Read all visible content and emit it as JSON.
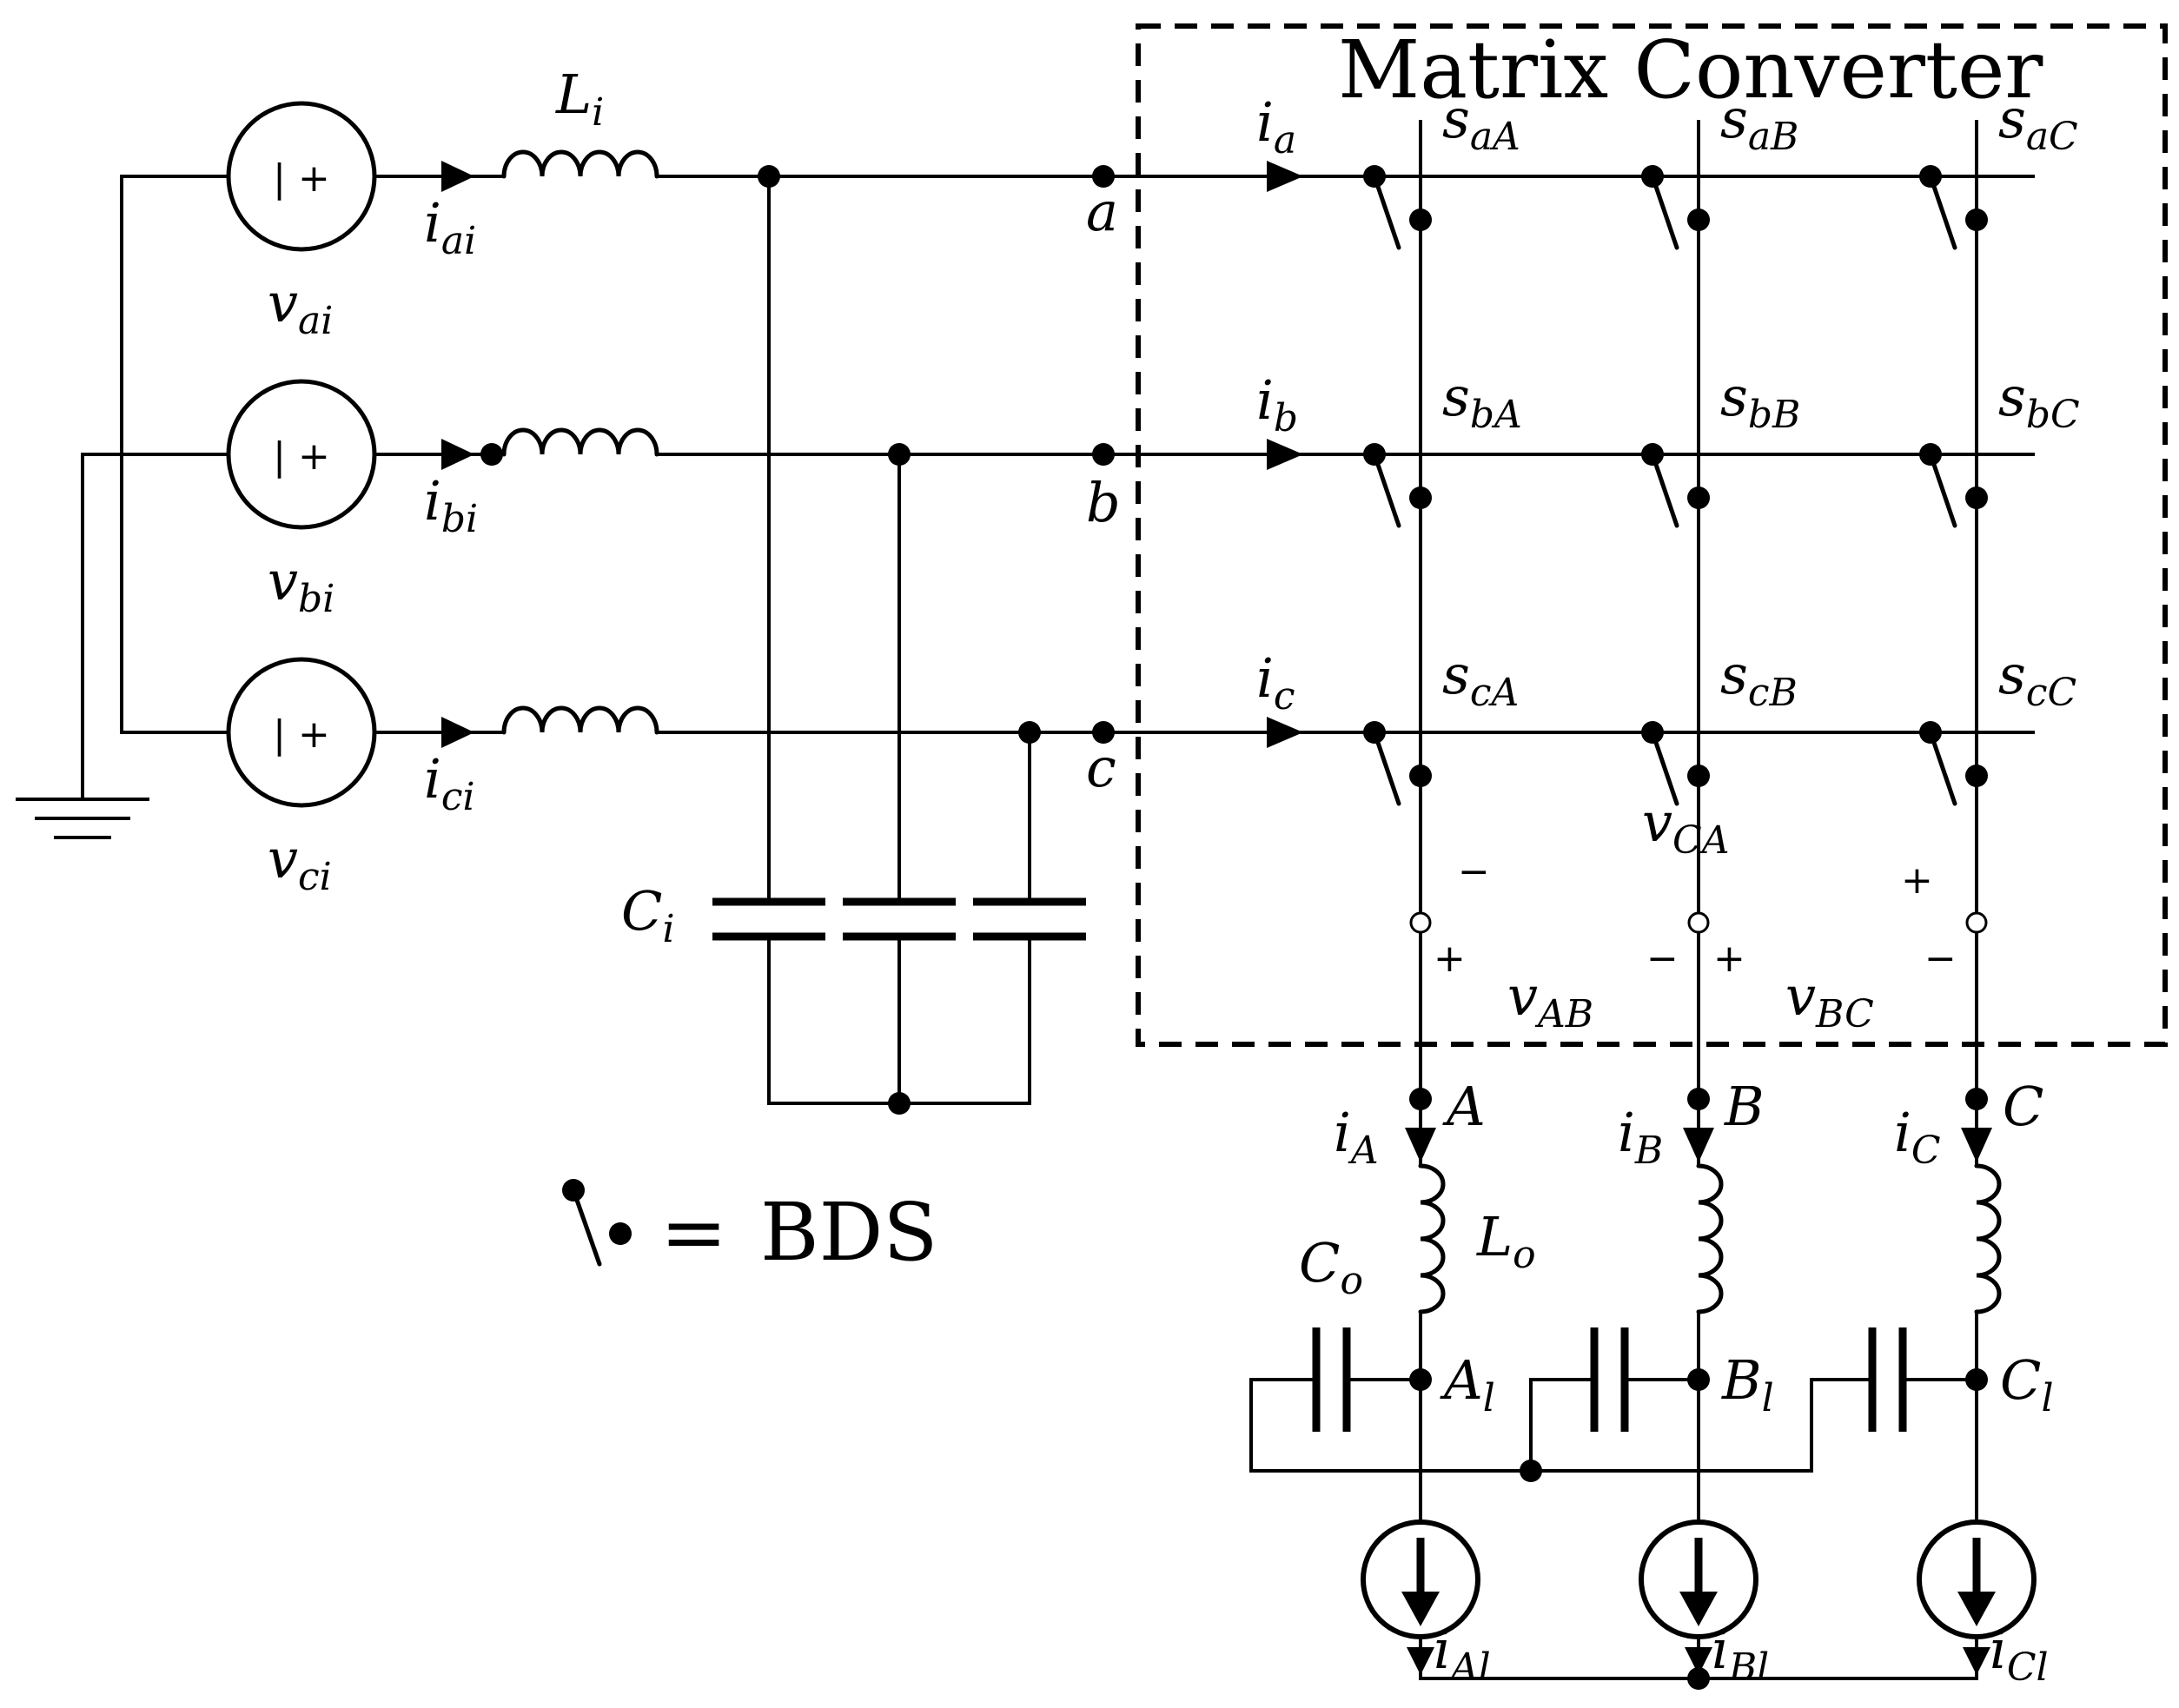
{
  "title": "Matrix Converter",
  "legend": {
    "eq": "=",
    "text": "BDS"
  },
  "sources": [
    {
      "v": "v",
      "vsub": "ai",
      "i": "i",
      "isub": "ai"
    },
    {
      "v": "v",
      "vsub": "bi",
      "i": "i",
      "isub": "bi"
    },
    {
      "v": "v",
      "vsub": "ci",
      "i": "i",
      "isub": "ci"
    }
  ],
  "source_glyph": "| +",
  "input_inductor": {
    "main": "L",
    "sub": "i"
  },
  "input_capacitor": {
    "main": "C",
    "sub": "i"
  },
  "input_nodes": [
    "a",
    "b",
    "c"
  ],
  "input_currents": [
    {
      "main": "i",
      "sub": "a"
    },
    {
      "main": "i",
      "sub": "b"
    },
    {
      "main": "i",
      "sub": "c"
    }
  ],
  "switches": [
    [
      {
        "main": "s",
        "sub": "aA"
      },
      {
        "main": "s",
        "sub": "aB"
      },
      {
        "main": "s",
        "sub": "aC"
      }
    ],
    [
      {
        "main": "s",
        "sub": "bA"
      },
      {
        "main": "s",
        "sub": "bB"
      },
      {
        "main": "s",
        "sub": "bC"
      }
    ],
    [
      {
        "main": "s",
        "sub": "cA"
      },
      {
        "main": "s",
        "sub": "cB"
      },
      {
        "main": "s",
        "sub": "cC"
      }
    ]
  ],
  "line_voltages": [
    {
      "main": "v",
      "sub": "AB"
    },
    {
      "main": "v",
      "sub": "BC"
    },
    {
      "main": "v",
      "sub": "CA"
    }
  ],
  "signs": {
    "plus": "+",
    "minus": "−"
  },
  "output_nodes": [
    "A",
    "B",
    "C"
  ],
  "output_currents": [
    {
      "main": "i",
      "sub": "A"
    },
    {
      "main": "i",
      "sub": "B"
    },
    {
      "main": "i",
      "sub": "C"
    }
  ],
  "output_inductor": {
    "main": "L",
    "sub": "o"
  },
  "output_capacitor": {
    "main": "C",
    "sub": "o"
  },
  "load_nodes": [
    {
      "main": "A",
      "sub": "l"
    },
    {
      "main": "B",
      "sub": "l"
    },
    {
      "main": "C",
      "sub": "l"
    }
  ],
  "load_currents": [
    {
      "main": "i",
      "sub": "Al"
    },
    {
      "main": "i",
      "sub": "Bl"
    },
    {
      "main": "i",
      "sub": "Cl"
    }
  ]
}
